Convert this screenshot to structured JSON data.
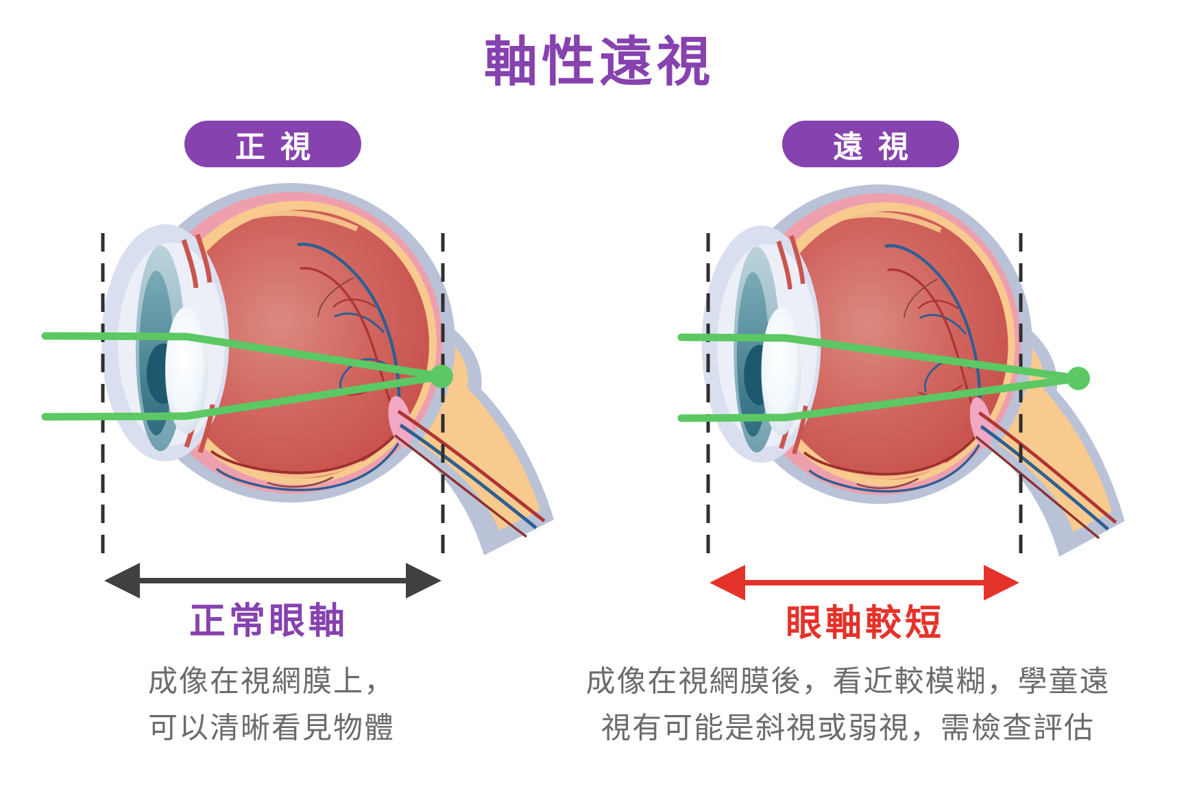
{
  "title": "軸性遠視",
  "colors": {
    "purple": "#8642ae",
    "ray_green": "#5cc863",
    "arrow_dark": "#404040",
    "arrow_red": "#e5322a",
    "dash": "#2f2f2f",
    "text_gray": "#6b6b6b",
    "pill_text": "#ffffff"
  },
  "panels": [
    {
      "pill_label": "正視",
      "axis_label": "正常眼軸",
      "description_lines": [
        "成像在視網膜上，",
        "可以清晰看見物體"
      ]
    },
    {
      "pill_label": "遠視",
      "axis_label": "眼軸較短",
      "description_lines": [
        "成像在視網膜後，看近較模糊，學童遠",
        "視有可能是斜視或弱視，需檢查評估"
      ]
    }
  ]
}
